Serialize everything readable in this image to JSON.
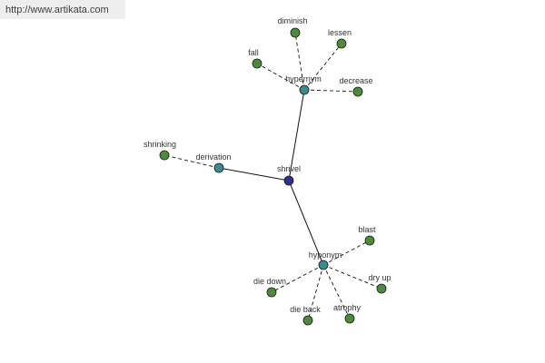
{
  "header": {
    "source_link": "http://www.artikata.com"
  },
  "colors": {
    "edge": "#111111",
    "root_node": "#2f2f8c",
    "category_node": "#3b8c8c",
    "word_node": "#4e8a3c",
    "node_outline": "#1a1a1a"
  },
  "graph": {
    "root": {
      "id": "shrivel",
      "label": "shrivel"
    },
    "categories": [
      {
        "id": "hypernym",
        "label": "hypernym"
      },
      {
        "id": "derivation",
        "label": "derivation"
      },
      {
        "id": "hyponym",
        "label": "hyponym"
      }
    ],
    "words": [
      {
        "id": "diminish",
        "label": "diminish",
        "parent": "hypernym"
      },
      {
        "id": "lessen",
        "label": "lessen",
        "parent": "hypernym"
      },
      {
        "id": "fall",
        "label": "fall",
        "parent": "hypernym"
      },
      {
        "id": "decrease",
        "label": "decrease",
        "parent": "hypernym"
      },
      {
        "id": "shrinking",
        "label": "shrinking",
        "parent": "derivation"
      },
      {
        "id": "blast",
        "label": "blast",
        "parent": "hyponym"
      },
      {
        "id": "dry-up",
        "label": "dry up",
        "parent": "hyponym"
      },
      {
        "id": "die-down",
        "label": "die down",
        "parent": "hyponym"
      },
      {
        "id": "die-back",
        "label": "die back",
        "parent": "hyponym"
      },
      {
        "id": "atrophy",
        "label": "atrophy",
        "parent": "hyponym"
      }
    ]
  }
}
